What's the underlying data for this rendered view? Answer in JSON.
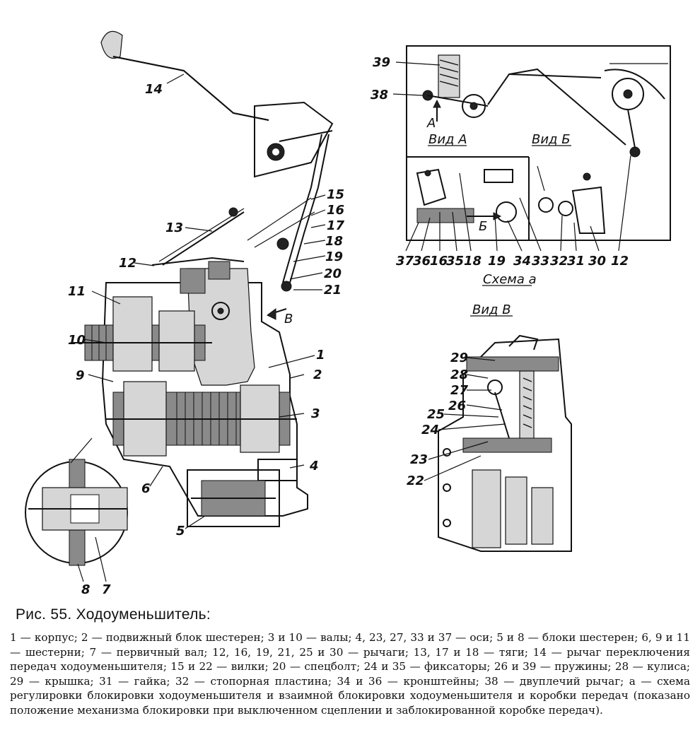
{
  "figure": {
    "caption_title": "Рис. 55. Ходоуменьшитель:",
    "legend": "1 — корпус; 2 — подвижный блок шестерен; 3 и 10 — валы; 4, 23, 27, 33 и 37 — оси; 5 и 8 — блоки шестерен; 6, 9 и 11 — шестерни; 7 — первичный вал; 12, 16, 19, 21, 25 и 30 — рычаги; 13, 17 и 18 — тяги; 14 — рычаг переключения передач ходоуменьшителя; 15 и 22 — вилки; 20 — спецболт; 24 и 35 — фиксаторы; 26 и 39 — пружины; 28 — кулиса; 29 — крышка; 31 — гайка; 32 — стопорная пластина; 34 и 36 — кронштейны; 38 — двуплечий рычаг; а — схема регулировки блокировки ходоуменьшителя и взаимной блокировки ходоуменьшителя и коробки передач (показано положение механизма блокировки при выключенном сцеплении и заблокированной коробке передач).",
    "views": {
      "vid_a": "Вид А",
      "vid_b": "Вид Б",
      "vid_v": "Вид В",
      "scheme": "Схема а"
    },
    "arrows": {
      "a": "А",
      "b": "Б",
      "v": "В"
    },
    "callouts": {
      "n1": "1",
      "n2": "2",
      "n3": "3",
      "n4": "4",
      "n5": "5",
      "n6": "6",
      "n7": "7",
      "n8": "8",
      "n9": "9",
      "n10": "10",
      "n11": "11",
      "n12": "12",
      "n13": "13",
      "n14": "14",
      "n15": "15",
      "n16": "16",
      "n17": "17",
      "n18": "18",
      "n19": "19",
      "n20": "20",
      "n21": "21",
      "n22": "22",
      "n23": "23",
      "n24": "24",
      "n25": "25",
      "n26": "26",
      "n27": "27",
      "n28": "28",
      "n29": "29",
      "n30": "30",
      "n31": "31",
      "n32": "32",
      "n33": "33",
      "n34": "34",
      "n35": "35",
      "n36": "36",
      "n37": "37",
      "n38": "38",
      "n39": "39",
      "n12b": "12",
      "n16b": "16",
      "n18b": "18",
      "n19b": "19"
    }
  }
}
